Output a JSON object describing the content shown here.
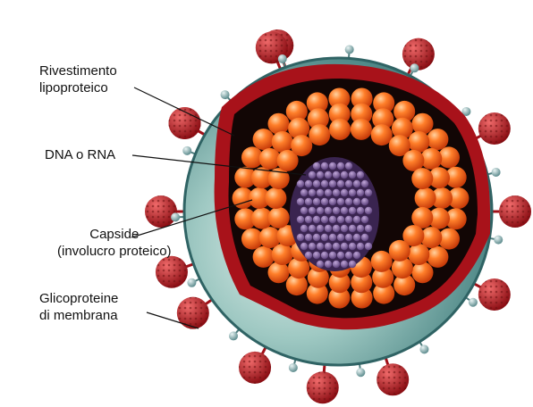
{
  "labels": {
    "envelope": {
      "line1": "Rivestimento",
      "line2": "lipoproteico"
    },
    "genome": {
      "line1": "DNA o RNA"
    },
    "capsid": {
      "line1": "Capside",
      "line2": "(involucro proteico)"
    },
    "glycoproteins": {
      "line1": "Glicoproteine",
      "line2": "di membrana"
    }
  },
  "colors": {
    "envelope_outer": "#5f9c9a",
    "envelope_light": "#c9e2dd",
    "membrane_red": "#a8121a",
    "interior": "#120605",
    "capsomere": "#f36a1c",
    "capsomere_highlight": "#ffc48a",
    "core": "#7a5b99",
    "spike": "#c8232b",
    "knob_stalk": "#8fb7b8"
  }
}
